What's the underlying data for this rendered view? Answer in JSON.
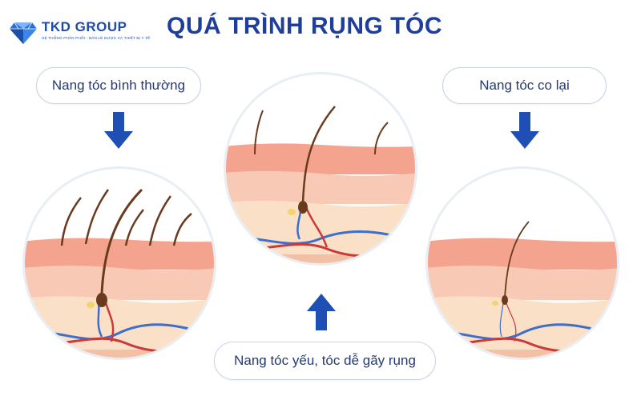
{
  "logo": {
    "brand": "TKD GROUP",
    "tagline": "HỆ THỐNG PHÂN PHỐI - BÁN LẺ DƯỢC VÀ THIẾT BỊ Y TẾ",
    "icon": "diamond-icon"
  },
  "title": "QUÁ TRÌNH RỤNG TÓC",
  "stages": {
    "normal": {
      "label": "Nang tóc bình thường",
      "arrow": "down-arrow-icon"
    },
    "weak": {
      "label": "Nang tóc yếu, tóc dễ gãy rụng",
      "arrow": "up-arrow-icon"
    },
    "shrunk": {
      "label": "Nang tóc co lại",
      "arrow": "down-arrow-icon"
    }
  },
  "colors": {
    "title": "#1d3e9a",
    "arrow": "#1f4fb5",
    "skin_top": "#f4a48e",
    "skin_mid": "#f8c9b4",
    "skin_low": "#fbe0c8",
    "hair": "#6a3a1c",
    "artery": "#c93a3a",
    "vein": "#3b6fc9"
  }
}
